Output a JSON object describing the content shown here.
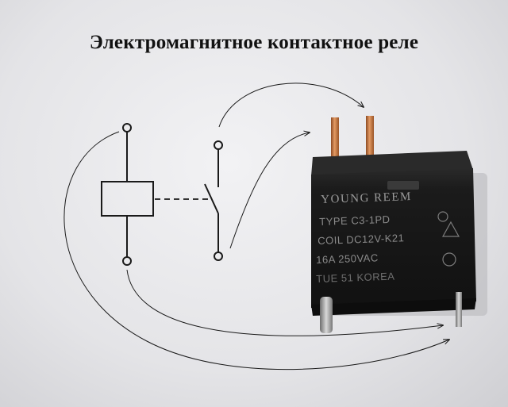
{
  "title": "Электромагнитное контактное реле",
  "relay_markings": {
    "brand": "YOUNG REEM",
    "type": "TYPE C3-1PD",
    "coil": "COIL DC12V-K21",
    "rating": "16A 250VAC",
    "origin": "TUE 51 KOREA"
  },
  "colors": {
    "relay_body": "#1b1b1b",
    "pins": "#c8733f",
    "ink": "#1a1a1a"
  }
}
